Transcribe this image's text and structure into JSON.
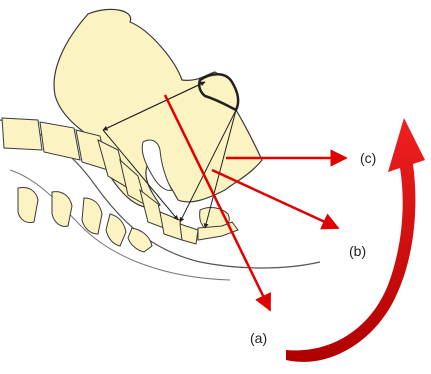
{
  "labels": {
    "a": "(a)",
    "b": "(b)",
    "c": "(c)"
  },
  "colors": {
    "bone_fill": "#fbf3c2",
    "bone_outline": "#3a3a3a",
    "arrow_red": "#e00000",
    "curved_arrow_red": "#d40000",
    "label_text": "#222222"
  }
}
